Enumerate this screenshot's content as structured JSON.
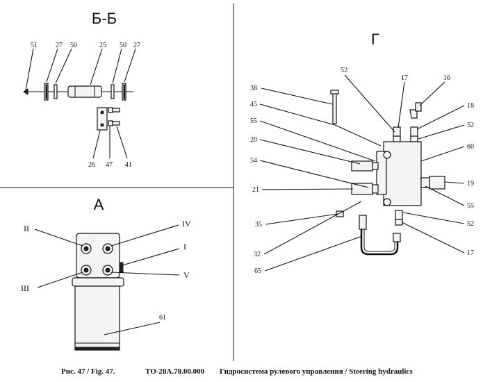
{
  "titles": {
    "section_bb": "Б-Б",
    "section_g": "Г",
    "section_a": "А"
  },
  "caption": {
    "fig": "Рис. 47 / Fig. 47.",
    "code": "ТО-28А.78.00.000",
    "desc": "Гидросистема рулевого управления / Steering hydraulics"
  },
  "labels_bb": {
    "l51": "51",
    "l27a": "27",
    "l50a": "50",
    "l25": "25",
    "l50b": "50",
    "l27b": "27",
    "l26": "26",
    "l47": "47",
    "l41": "41"
  },
  "labels_g": {
    "l38": "38",
    "l45": "45",
    "l55a": "55",
    "l20": "20",
    "l54": "54",
    "l21": "21",
    "l35": "35",
    "l32": "32",
    "l65": "65",
    "l52a": "52",
    "l17a": "17",
    "l16": "16",
    "l18": "18",
    "l52b": "52",
    "l60": "60",
    "l19": "19",
    "l55b": "55",
    "l52c": "52",
    "l17b": "17"
  },
  "labels_a": {
    "II": "II",
    "IV": "IV",
    "I": "I",
    "III": "III",
    "V": "V",
    "l61": "61"
  }
}
